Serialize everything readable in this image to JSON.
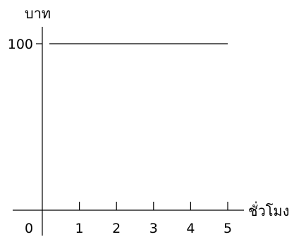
{
  "chart_data": {
    "type": "line",
    "title": "",
    "xlabel": "ชั่วโมง",
    "ylabel": "บาท",
    "x_ticks": [
      0,
      1,
      2,
      3,
      4,
      5
    ],
    "y_ticks": [
      100
    ],
    "xlim": [
      0,
      5
    ],
    "ylim": [
      0,
      100
    ],
    "grid": false,
    "series": [
      {
        "x": [
          0,
          5
        ],
        "y": [
          100,
          100
        ]
      }
    ]
  }
}
